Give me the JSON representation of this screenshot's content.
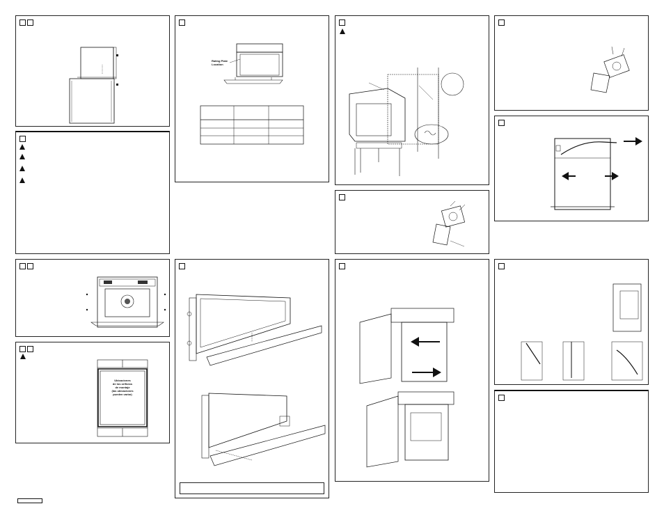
{
  "rating_plate": {
    "label_line1": "Rating Plate",
    "label_line2": "Location"
  },
  "mounting_holes": {
    "line1": "Ubicaciones",
    "line2": "de los orificios",
    "line3": "de montaje",
    "line4": "(las ubicaciones",
    "line5": "pueden variar)"
  }
}
